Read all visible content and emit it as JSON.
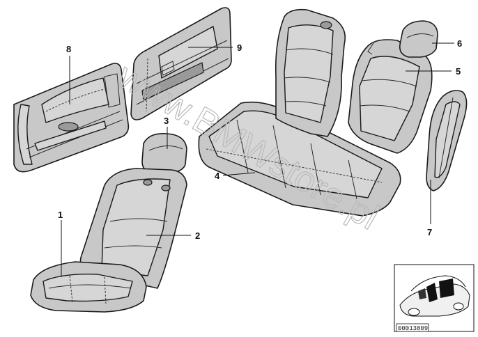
{
  "callouts": [
    {
      "id": "1",
      "label": "1"
    },
    {
      "id": "2",
      "label": "2"
    },
    {
      "id": "3",
      "label": "3"
    },
    {
      "id": "4",
      "label": "4"
    },
    {
      "id": "5",
      "label": "5"
    },
    {
      "id": "6",
      "label": "6"
    },
    {
      "id": "7",
      "label": "7"
    },
    {
      "id": "8",
      "label": "8"
    },
    {
      "id": "9",
      "label": "9"
    }
  ],
  "watermark": "www.BMWstore.pl",
  "reference_number": "00013809",
  "colors": {
    "outline": "#1a1a1a",
    "fill": "#c8c8c8",
    "watermark": "#b9b9b9"
  }
}
